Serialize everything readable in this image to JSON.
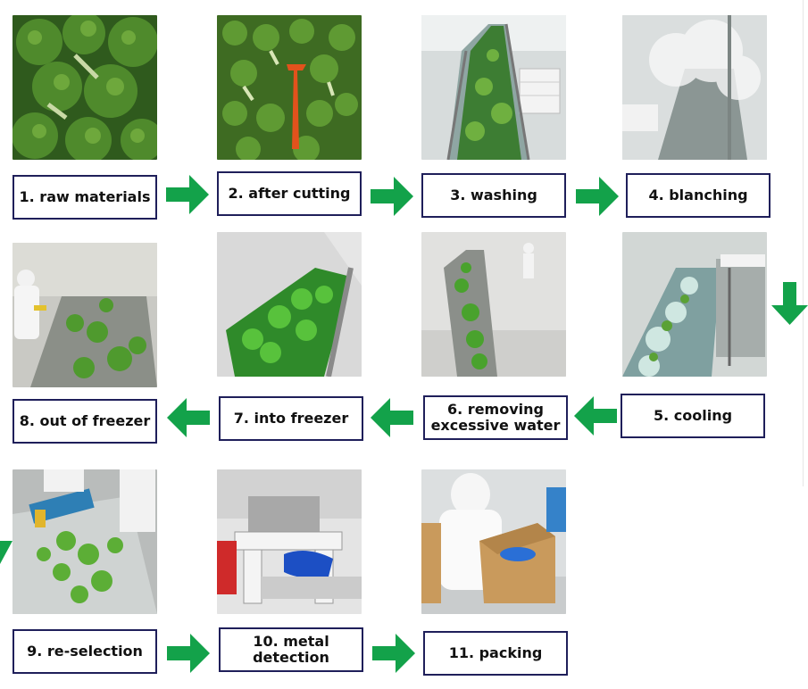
{
  "steps": [
    {
      "label": "1. raw materials"
    },
    {
      "label": "2. after cutting"
    },
    {
      "label": "3. washing"
    },
    {
      "label": "4. blanching"
    },
    {
      "label": "5. cooling"
    },
    {
      "label": "6. removing\nexcessive water"
    },
    {
      "label": "7. into freezer"
    },
    {
      "label": "8. out of freezer"
    },
    {
      "label": "9. re-selection"
    },
    {
      "label": "10. metal\ndetection"
    },
    {
      "label": "11. packing"
    }
  ],
  "colors": {
    "arrow": "#13a24a",
    "box_border": "#1f1f5a"
  }
}
